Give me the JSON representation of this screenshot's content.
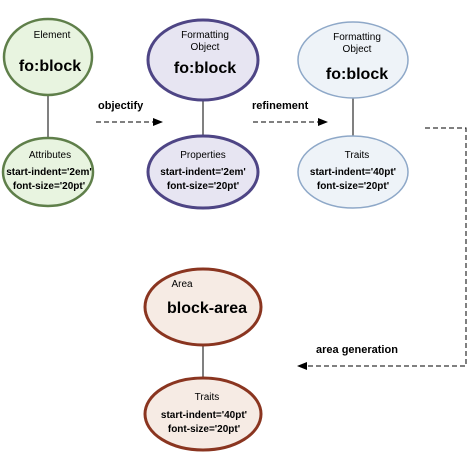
{
  "colors": {
    "element_border": "#5f7f4a",
    "element_fill": "#e8f4e0",
    "fo_border": "#4e4585",
    "fo_fill": "#e7e5f2",
    "refined_border": "#8ea8c8",
    "refined_fill": "#eef3f8",
    "area_border": "#8a3520",
    "area_fill": "#f6ebe4"
  },
  "nodes": {
    "element": {
      "caption": "Element",
      "name": "fo:block"
    },
    "element_attrs": {
      "caption": "Attributes",
      "line1": "start-indent='2em'",
      "line2": "font-size='20pt'"
    },
    "fo": {
      "caption1": "Formatting",
      "caption2": "Object",
      "name": "fo:block"
    },
    "fo_props": {
      "caption": "Properties",
      "line1": "start-indent='2em'",
      "line2": "font-size='20pt'"
    },
    "refined": {
      "caption1": "Formatting",
      "caption2": "Object",
      "name": "fo:block"
    },
    "refined_traits": {
      "caption": "Traits",
      "line1": "start-indent='40pt'",
      "line2": "font-size='20pt'"
    },
    "area": {
      "caption": "Area",
      "name": "block-area"
    },
    "area_traits": {
      "caption": "Traits",
      "line1": "start-indent='40pt'",
      "line2": "font-size='20pt'"
    }
  },
  "edges": {
    "objectify": "objectify",
    "refinement": "refinement",
    "area_generation": "area generation"
  }
}
